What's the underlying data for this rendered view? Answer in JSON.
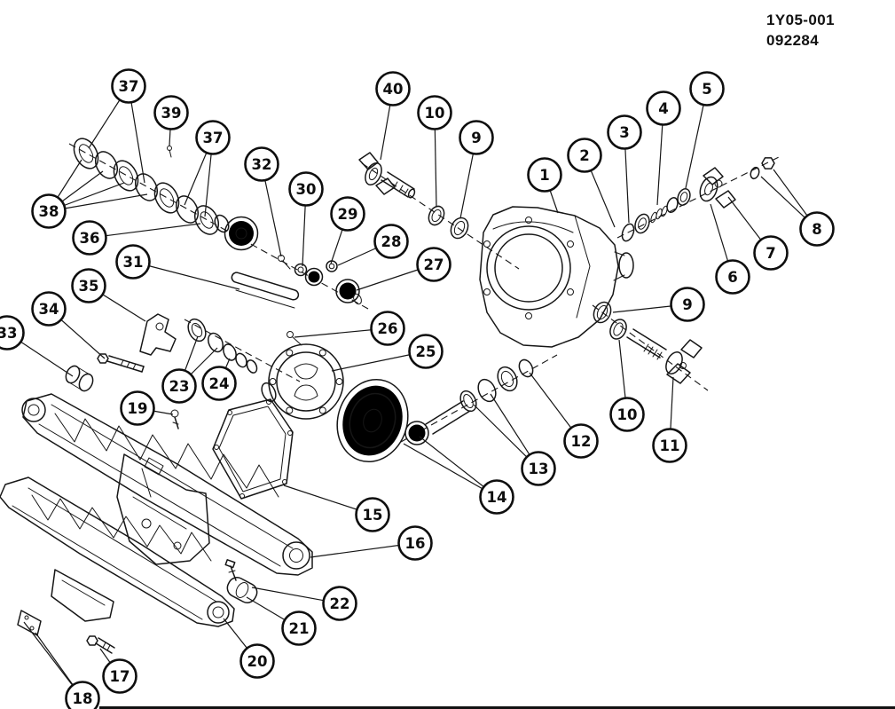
{
  "header": {
    "part_id": "1Y05-001",
    "doc_number": "092284"
  },
  "figure": {
    "type": "exploded-parts-diagram",
    "subject": "differential carrier and axle support assembly"
  },
  "callouts": {
    "c37a": "37",
    "c39": "39",
    "c37b": "37",
    "c40": "40",
    "c10a": "10",
    "c9a": "9",
    "c5": "5",
    "c4": "4",
    "c3": "3",
    "c2": "2",
    "c1": "1",
    "c8": "8",
    "c7": "7",
    "c6": "6",
    "c32": "32",
    "c30": "30",
    "c29": "29",
    "c28": "28",
    "c27": "27",
    "c38": "38",
    "c36": "36",
    "c31": "31",
    "c35": "35",
    "c34": "34",
    "c33": "33",
    "c9b": "9",
    "c26": "26",
    "c25": "25",
    "c23": "23",
    "c24": "24",
    "c19": "19",
    "c10b": "10",
    "c11": "11",
    "c12": "12",
    "c13": "13",
    "c14": "14",
    "c15": "15",
    "c16": "16",
    "c22": "22",
    "c21": "21",
    "c20": "20",
    "c17": "17",
    "c18": "18"
  }
}
